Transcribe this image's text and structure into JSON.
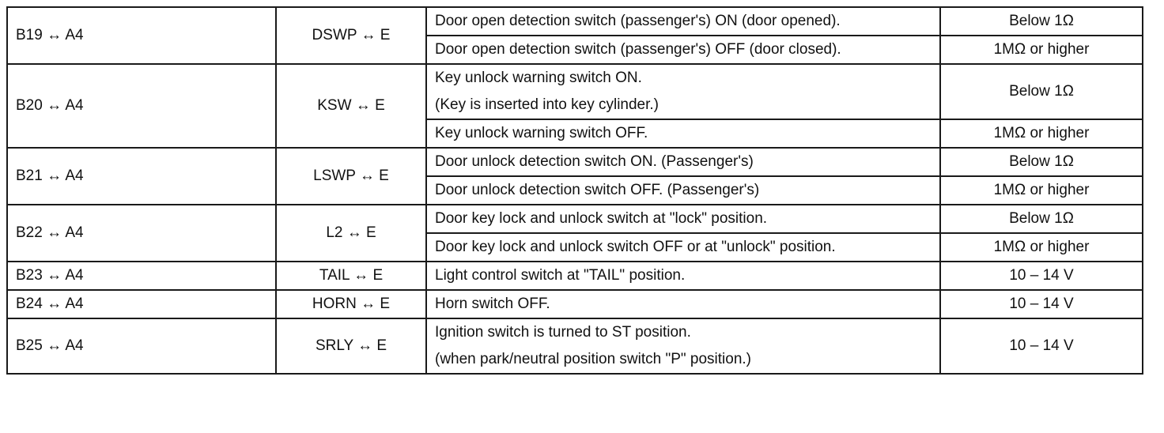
{
  "rows": [
    {
      "terminal": "B19 ↔ A4",
      "signal": "DSWP ↔ E",
      "conditions": [
        {
          "lines": [
            "Door open detection switch (passenger's) ON (door opened)."
          ],
          "value": "Below 1Ω"
        },
        {
          "lines": [
            "Door open detection switch (passenger's) OFF (door closed)."
          ],
          "value": "1MΩ or higher"
        }
      ]
    },
    {
      "terminal": "B20 ↔ A4",
      "signal": "KSW ↔ E",
      "conditions": [
        {
          "lines": [
            "Key unlock warning switch ON.",
            "(Key is inserted into key cylinder.)"
          ],
          "value": "Below 1Ω"
        },
        {
          "lines": [
            "Key unlock warning switch OFF."
          ],
          "value": "1MΩ or higher"
        }
      ]
    },
    {
      "terminal": "B21 ↔ A4",
      "signal": "LSWP ↔ E",
      "conditions": [
        {
          "lines": [
            "Door unlock detection switch ON. (Passenger's)"
          ],
          "value": "Below 1Ω"
        },
        {
          "lines": [
            "Door unlock detection switch OFF. (Passenger's)"
          ],
          "value": "1MΩ or higher"
        }
      ]
    },
    {
      "terminal": "B22 ↔ A4",
      "signal": "L2 ↔ E",
      "conditions": [
        {
          "lines": [
            "Door key lock and unlock switch at \"lock\" position."
          ],
          "value": "Below 1Ω"
        },
        {
          "lines": [
            "Door key lock and unlock switch OFF or at \"unlock\" position."
          ],
          "value": "1MΩ or higher"
        }
      ]
    },
    {
      "terminal": "B23 ↔ A4",
      "signal": "TAIL ↔ E",
      "conditions": [
        {
          "lines": [
            "Light control switch at \"TAIL\" position."
          ],
          "value": "10 – 14 V"
        }
      ]
    },
    {
      "terminal": "B24 ↔ A4",
      "signal": "HORN ↔ E",
      "conditions": [
        {
          "lines": [
            "Horn switch OFF."
          ],
          "value": "10 – 14 V"
        }
      ]
    },
    {
      "terminal": "B25 ↔ A4",
      "signal": "SRLY ↔ E",
      "conditions": [
        {
          "lines": [
            "Ignition switch is turned to ST position.",
            "(when park/neutral position switch \"P\" position.)"
          ],
          "value": "10 – 14 V"
        }
      ]
    }
  ]
}
